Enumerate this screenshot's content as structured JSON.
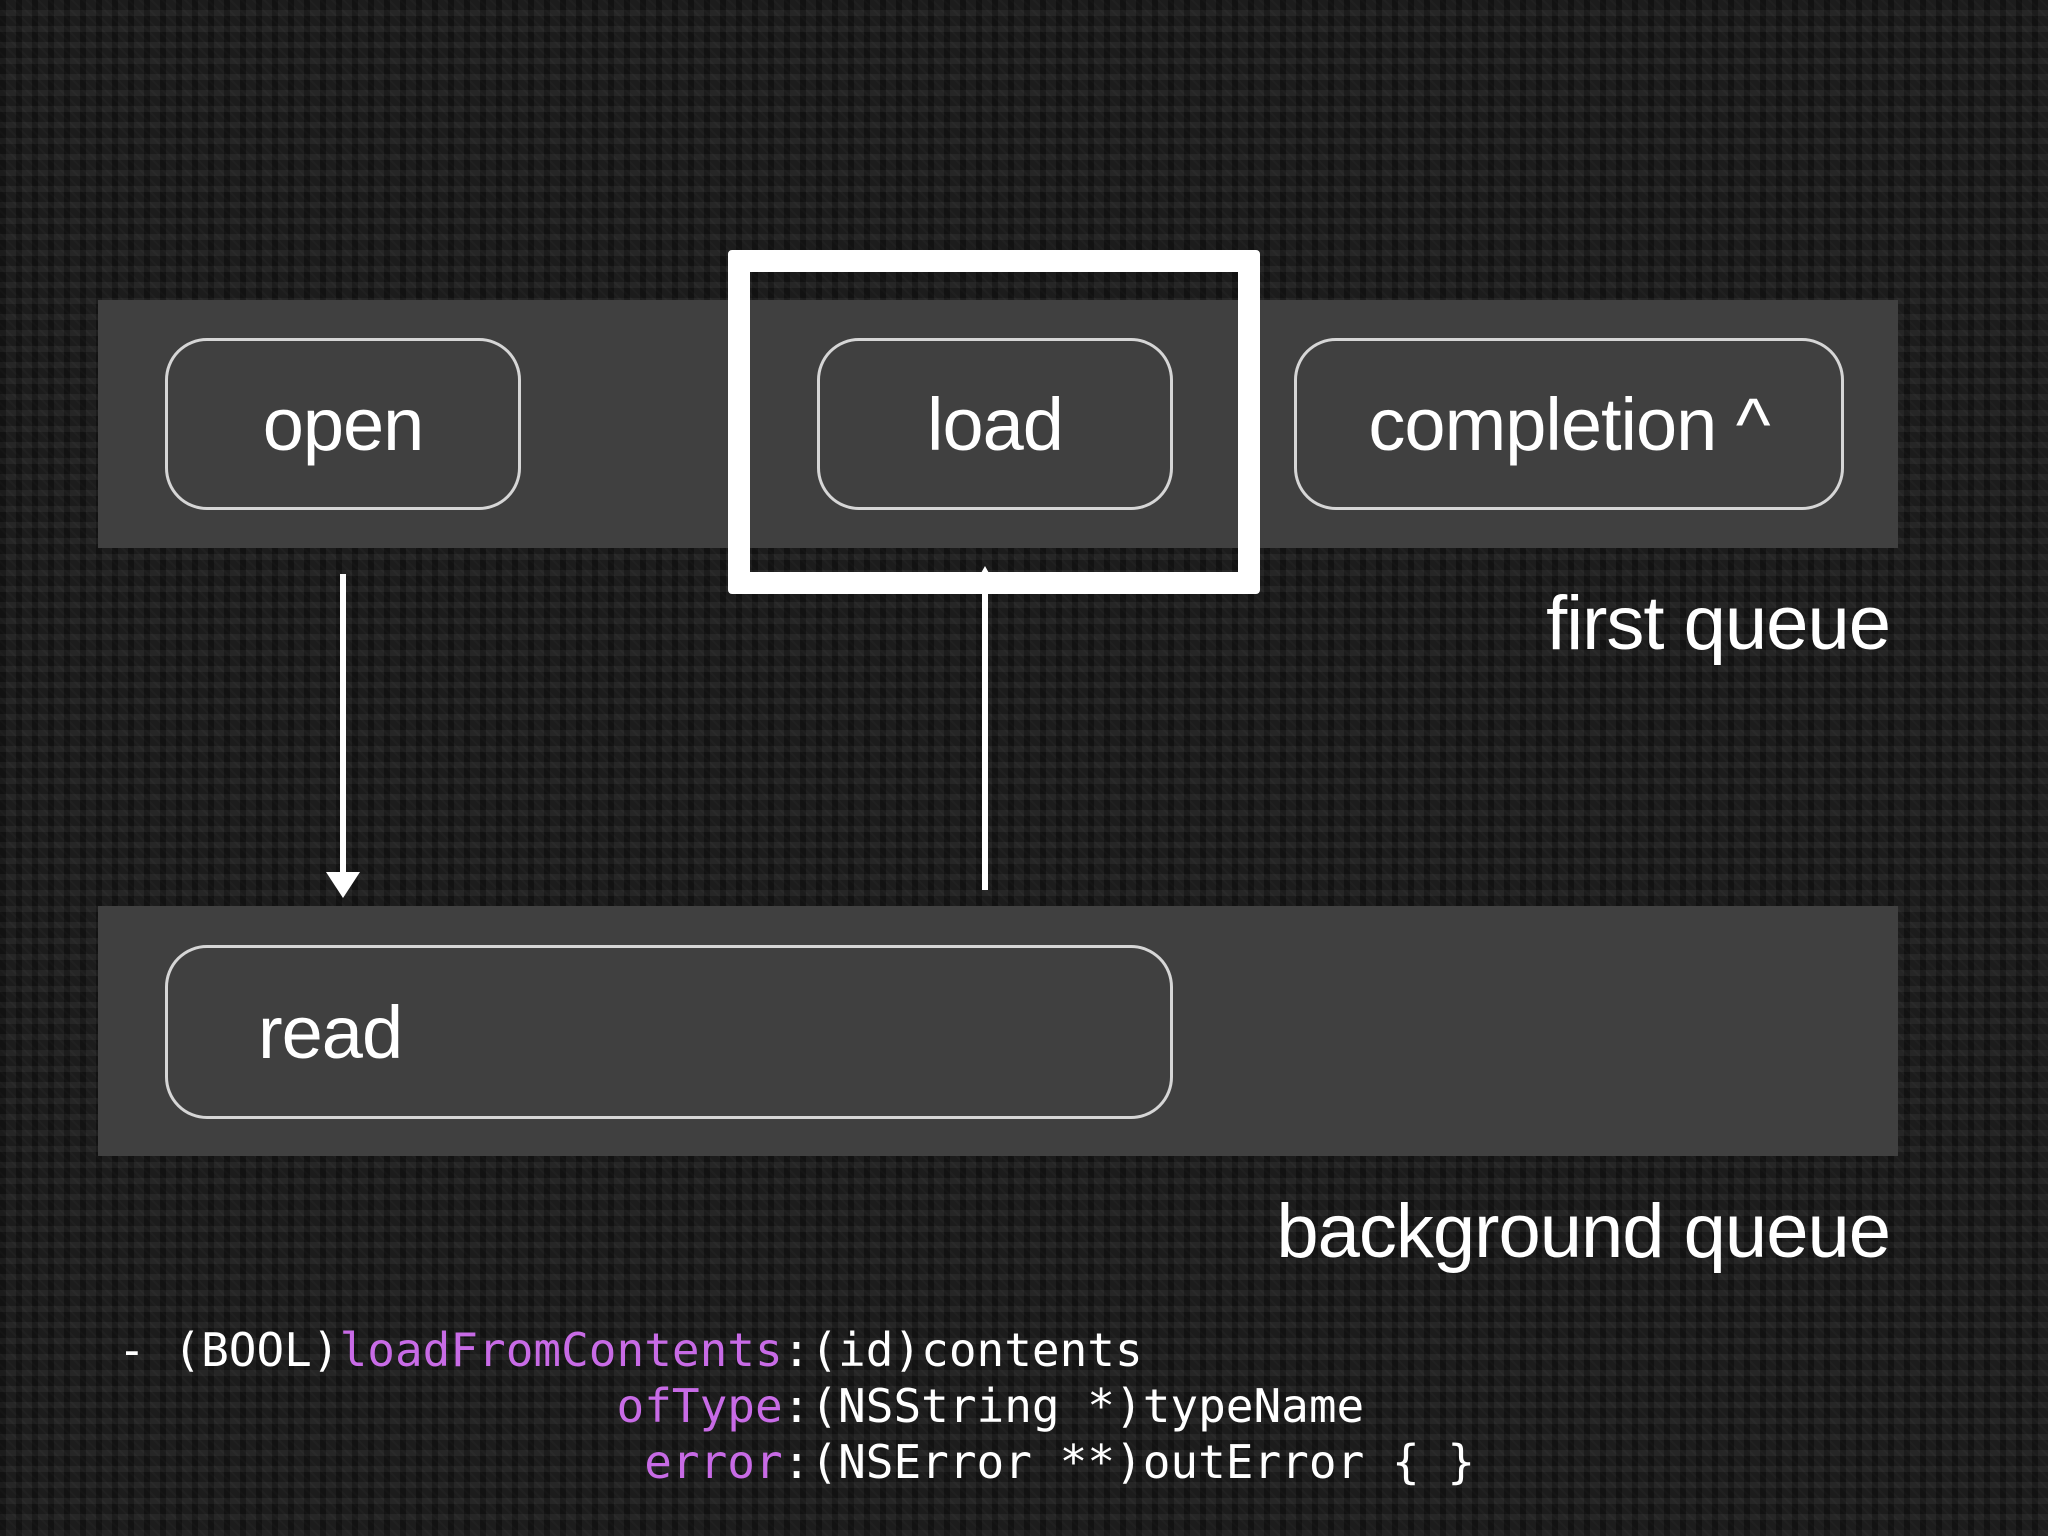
{
  "diagram": {
    "tasks": {
      "open": "open",
      "load": "load",
      "completion": "completion ^",
      "read": "read"
    },
    "lanes": {
      "first": "first queue",
      "background": "background queue"
    },
    "colors": {
      "lane_fill": "#404040",
      "task_border": "#d6d6d6",
      "highlight": "#ffffff",
      "keyword": "#c86be6"
    }
  },
  "code": {
    "line1": {
      "prefix": "- (BOOL)",
      "keyword": "loadFromContents",
      "rest": ":(id)contents"
    },
    "line2": {
      "indent": "                  ",
      "keyword": "ofType",
      "rest": ":(NSString *)typeName"
    },
    "line3": {
      "indent": "                   ",
      "keyword": "error",
      "rest": ":(NSError **)outError { }"
    }
  }
}
